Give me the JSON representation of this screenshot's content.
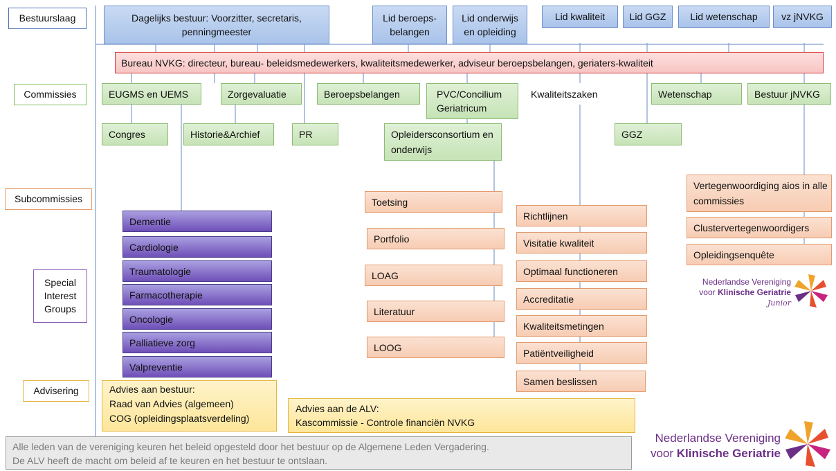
{
  "layer_labels": {
    "bestuurslaag": "Bestuurslaag",
    "commissies": "Commissies",
    "subcommissies": "Subcommissies",
    "sig": "Special Interest Groups",
    "advisering": "Advisering"
  },
  "board": {
    "daily": "Dagelijks bestuur: Voorzitter, secretaris, penningmeester",
    "members": [
      "Lid beroeps-belangen",
      "Lid onderwijs en opleiding",
      "Lid kwaliteit",
      "Lid GGZ",
      "Lid wetenschap",
      "vz jNVKG"
    ]
  },
  "bureau": "Bureau NVKG: directeur, bureau- beleidsmedewerkers, kwaliteitsmedewerker, adviseur beroepsbelangen, geriaters-kwaliteit",
  "commissions": {
    "eugms": "EUGMS en UEMS",
    "zorgevaluatie": "Zorgevaluatie",
    "beroepsbelangen": "Beroepsbelangen",
    "pvc": "PVC/Concilium Geriatricum",
    "kwaliteitszaken": "Kwaliteitszaken",
    "wetenschap": "Wetenschap",
    "bestuur_jnvkg": "Bestuur jNVKG",
    "congres": "Congres",
    "historie": "Historie&Archief",
    "pr": "PR",
    "opleiders": "Opleidersconsortium en onderwijs",
    "ggz": "GGZ"
  },
  "sub_onderwijs": [
    "Toetsing",
    "Portfolio",
    "LOAG",
    "Literatuur",
    "LOOG"
  ],
  "sub_kwaliteit": [
    "Richtlijnen",
    "Visitatie kwaliteit",
    "Optimaal functioneren",
    "Accreditatie",
    "Kwaliteitsmetingen",
    "Patiëntveiligheid",
    "Samen beslissen"
  ],
  "sub_jnvkg": [
    "Vertegenwoordiging aios in alle commissies",
    "Clustervertegenwoordigers",
    "Opleidingsenquête"
  ],
  "sigs": [
    "Dementie",
    "Cardiologie",
    "Traumatologie",
    "Farmacotherapie",
    "Oncologie",
    "Palliatieve zorg",
    "Valpreventie"
  ],
  "advice_board": {
    "title": "Advies aan bestuur:",
    "line1": "Raad van Advies (algemeen)",
    "line2": "COG (opleidingsplaatsverdeling)"
  },
  "advice_alv": {
    "title": "Advies aan de ALV:",
    "line1": "Kascommissie - Controle financiën NVKG"
  },
  "footer": {
    "line1": "Alle leden van de vereniging keuren het beleid opgesteld door het bestuur op de Algemene Leden Vergadering.",
    "line2": "De ALV heeft de macht om beleid af te keuren en het bestuur te ontslaan."
  },
  "logo_junior": {
    "line1": "Nederlandse Vereniging",
    "line2a": "voor ",
    "line2b": "Klinische Geriatrie",
    "tag": "Junior"
  },
  "logo_main": {
    "line1": "Nederlandse Vereniging",
    "line2a": "voor ",
    "line2b": "Klinische Geriatrie"
  },
  "colors": {
    "board_blue": "#a9c3ea",
    "commission_green": "#c6e3b6",
    "sub_orange": "#f7ccb3",
    "sig_purple": "#6f4fb8",
    "advice_yellow": "#fde69a",
    "bureau_red": "#d33b3b",
    "logo_purple": "#7b2f8e"
  }
}
